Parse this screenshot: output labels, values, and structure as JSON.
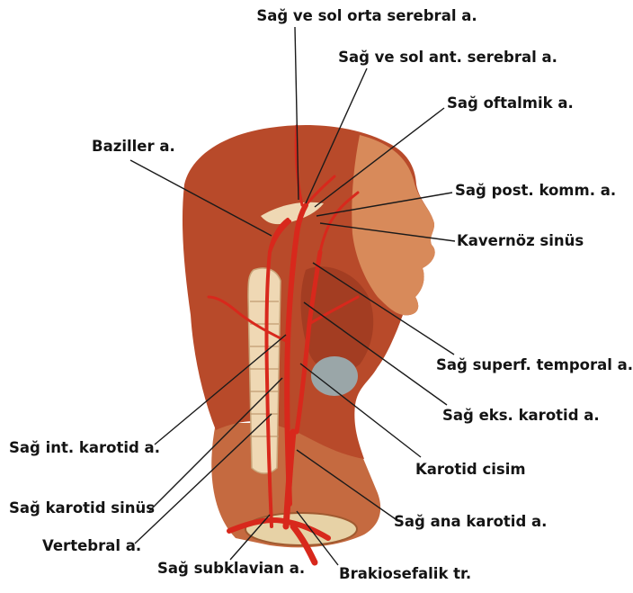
{
  "labels": {
    "middle_cerebral": "Sağ ve sol orta serebral a.",
    "anterior_cerebral": "Sağ ve sol ant. serebral a.",
    "ophthalmic": "Sağ oftalmik a.",
    "basilar": "Baziller a.",
    "post_communicating": "Sağ post. komm. a.",
    "cavernous_sinus": "Kavernöz sinüs",
    "superficial_temporal": "Sağ superf. temporal a.",
    "external_carotid": "Sağ eks. karotid a.",
    "internal_carotid": "Sağ int. karotid a.",
    "carotid_body": "Karotid cisim",
    "carotid_sinus": "Sağ karotid sinüs",
    "common_carotid": "Sağ ana karotid a.",
    "vertebral": "Vertebral a.",
    "subclavian": "Sağ subklavian a.",
    "brachiocephalic": "Brakiosefalik tr."
  },
  "colors": {
    "artery": "#d8281c",
    "tissue": "#b84a2a",
    "skin": "#d88a5a",
    "bone": "#efd8b4",
    "leader": "#1a1a1a"
  }
}
